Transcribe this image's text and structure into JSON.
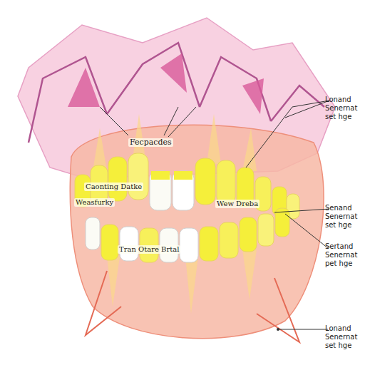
{
  "diagram": {
    "labels": [
      "Fecpacdes",
      "Caonting Datke",
      "Weasfurky",
      "Wew Dreba",
      "Tran Otare Brtal",
      "Lonand Senernat set hge",
      "Senand Senernat set hge",
      "Sertand Senernat pet hge",
      "Lonand Senernat set hge"
    ]
  }
}
